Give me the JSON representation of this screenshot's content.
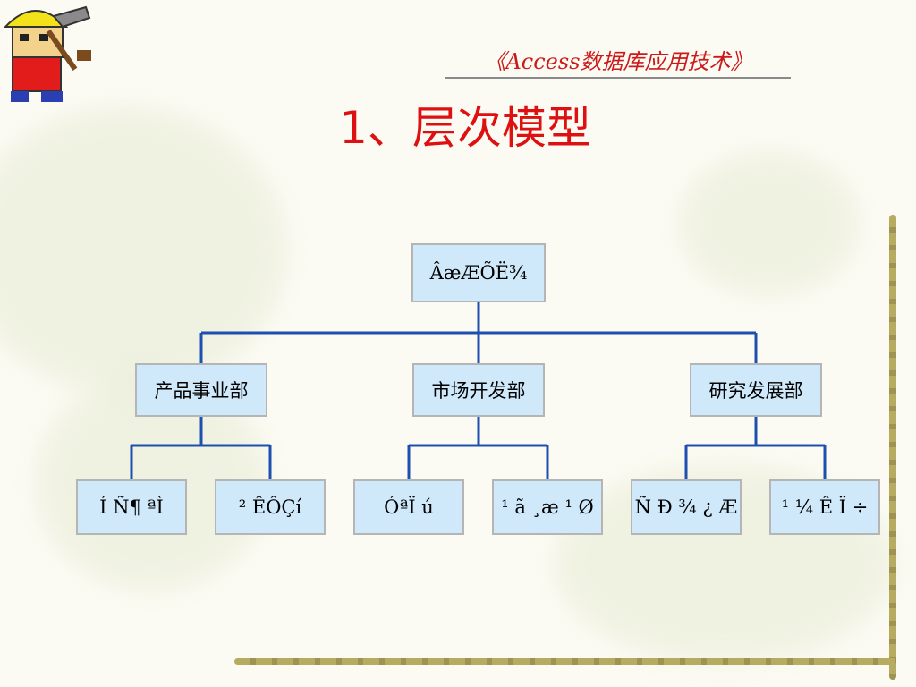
{
  "header": {
    "subtitle": "《Access数据库应用技术》",
    "title": "1、层次模型"
  },
  "org_chart": {
    "root": "ÂæÆÕË¾",
    "departments": [
      {
        "label": "产品事业部",
        "children": [
          "Í Ñ¶ ªÌ",
          "² ÊÔÇí"
        ]
      },
      {
        "label": "市场开发部",
        "children": [
          "ÓªÏ ú",
          "¹ ã ¸æ ¹ Ø"
        ]
      },
      {
        "label": "研究发展部",
        "children": [
          "Ñ Ð ¾ ¿ Æ",
          "¹ ¼ Ê Ï ÷"
        ]
      }
    ]
  },
  "colors": {
    "node_fill": "#cfe9fb",
    "node_border": "#b5b5b5",
    "connector": "#1c4fb0",
    "title_red": "#dd1111"
  }
}
